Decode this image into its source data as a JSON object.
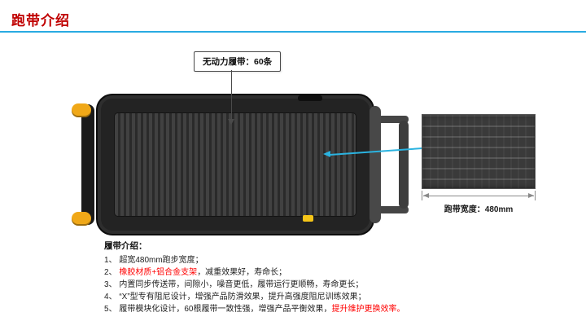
{
  "page": {
    "title": "跑带介绍"
  },
  "callout": {
    "label": "无动力履带：60条"
  },
  "closeup": {
    "caption": "跑带宽度：480mm"
  },
  "intro": {
    "heading": "履带介绍：",
    "i1": "1、  超宽480mm跑步宽度；",
    "i2_num": "2、  ",
    "i2_red": "橡胶材质+铝合金支架",
    "i2_rest": "，减重效果好，寿命长；",
    "i3": "3、  内置同步传送带，间隙小，噪音更低，履带运行更顺畅，寿命更长；",
    "i4": "4、  “X”型专有阻尼设计，增强产品防滑效果，提升高强度阻尼训练效果；",
    "i5_pre": "5、  履带模块化设计，60根履带一致性强，增强产品平衡效果，",
    "i5_red": "提升维护更换效率。"
  },
  "colors": {
    "title_red": "#c00000",
    "accent_blue": "#29abe2",
    "highlight_red": "#ff0000",
    "wheel_yellow": "#f0a818"
  }
}
